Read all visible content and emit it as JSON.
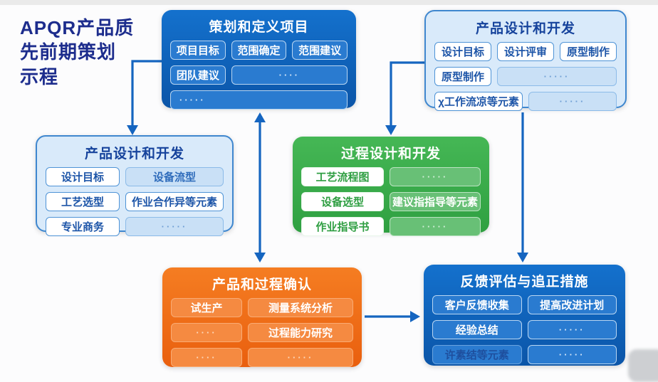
{
  "page": {
    "title": "APQR产品质\n先前期策划\n示程"
  },
  "colors": {
    "deep_blue": "#0f63bd",
    "light_box_bg": "#d9eafa",
    "light_box_border": "#3f87cf",
    "navy_text": "#16439c",
    "green": "#3fb050",
    "orange": "#f3761f",
    "arrow": "#1565c0",
    "title_color": "#1d2d8d"
  },
  "boxes": [
    {
      "title": "策划和定义项目",
      "chips": [
        {
          "label": "项目目标"
        },
        {
          "label": "范围确定"
        },
        {
          "label": "范围建议"
        },
        {
          "label": "团队建议"
        },
        {
          "label": "····"
        },
        {
          "label": "·····"
        }
      ]
    },
    {
      "title": "产品设计和开发",
      "chips": [
        {
          "label": "设计目标"
        },
        {
          "label": "设计评审"
        },
        {
          "label": "原型制作"
        },
        {
          "label": "原型制作"
        },
        {
          "label": "·····"
        },
        {
          "label": "χ工作流凉等元素"
        },
        {
          "label": "·····"
        }
      ]
    },
    {
      "title": "产品设计和开发",
      "chips": [
        {
          "label": "设计目标"
        },
        {
          "label": "设备流型"
        },
        {
          "label": "工艺选型"
        },
        {
          "label": "作业合作异等元素"
        },
        {
          "label": "专业商务"
        },
        {
          "label": "·····"
        }
      ]
    },
    {
      "title": "过程设计和开发",
      "chips": [
        {
          "label": "工艺流程图"
        },
        {
          "label": "·····"
        },
        {
          "label": "设备选型"
        },
        {
          "label": "建议指指导等元素"
        },
        {
          "label": "作业指导书"
        },
        {
          "label": "·····"
        }
      ]
    },
    {
      "title": "产品和过程确认",
      "chips": [
        {
          "label": "试生产"
        },
        {
          "label": "测量系统分析"
        },
        {
          "label": "····"
        },
        {
          "label": "过程能力研究"
        },
        {
          "label": "····"
        },
        {
          "label": "·····"
        }
      ]
    },
    {
      "title": "反馈评估与追正措施",
      "chips": [
        {
          "label": "客户反馈收集"
        },
        {
          "label": "提高改进计划"
        },
        {
          "label": "经验总结"
        },
        {
          "label": "·····"
        },
        {
          "label": "许素结等元素"
        },
        {
          "label": "·····"
        }
      ]
    }
  ]
}
